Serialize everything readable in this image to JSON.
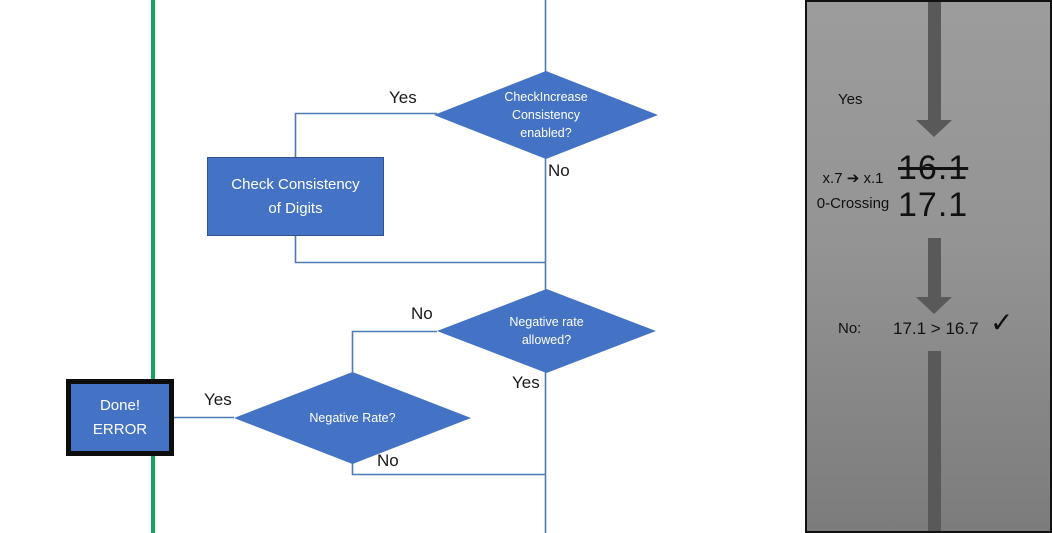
{
  "colors": {
    "shape_blue": "#4472C4",
    "shape_border_blue": "#2F528F",
    "connector_blue": "#4E7AB5",
    "green_line": "#16A45A",
    "arrow_gray": "#595959",
    "panel_gray_top": "#9C9C9C",
    "panel_gray_bottom": "#7C7C7C",
    "terminal_border": "#0D0D0D"
  },
  "flowchart": {
    "decision_check_increase": {
      "text": "CheckIncrease\nConsistency\nenabled?",
      "yes_label": "Yes",
      "no_label": "No"
    },
    "process_check_consistency": {
      "text": "Check Consistency\nof Digits"
    },
    "decision_negative_allowed": {
      "text": "Negative rate\nallowed?",
      "no_label": "No",
      "yes_label": "Yes"
    },
    "decision_negative_rate": {
      "text": "Negative Rate?",
      "yes_label": "Yes",
      "no_label": "No"
    },
    "terminal_done_error": {
      "text": "Done!\nERROR"
    }
  },
  "side_panel": {
    "yes_label": "Yes",
    "rule": {
      "text": "x.7 ➔ x.1\n0-Crossing"
    },
    "old_value": "16.1",
    "new_value": "17.1",
    "result": {
      "no_label": "No:",
      "comparison": "17.1 > 16.7",
      "check": "✓"
    }
  }
}
